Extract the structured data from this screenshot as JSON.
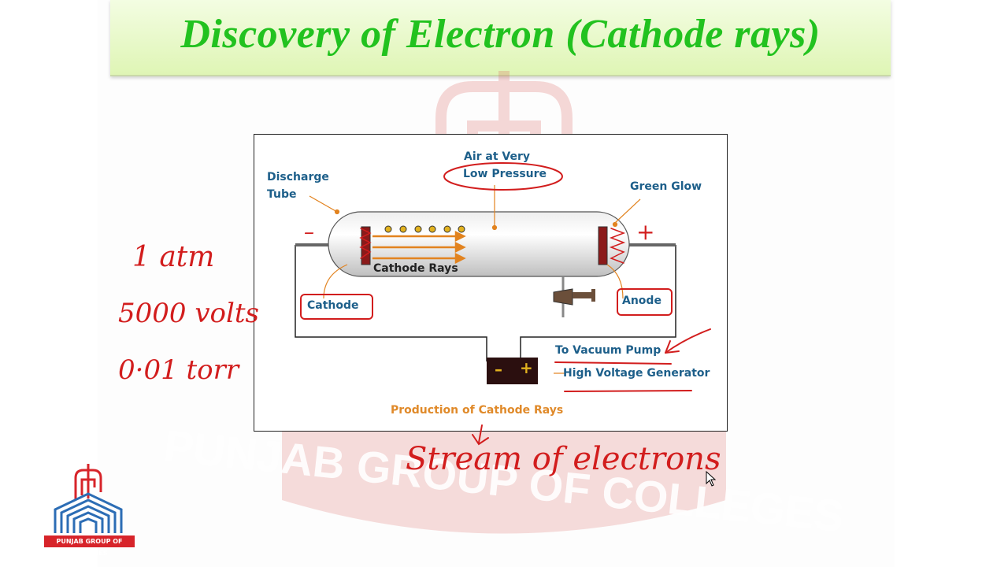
{
  "slide": {
    "title": "Discovery of Electron (Cathode rays)"
  },
  "diagram": {
    "labels": {
      "air_line1": "Air at Very",
      "air_line2": "Low Pressure",
      "discharge_line1": "Discharge",
      "discharge_line2": "Tube",
      "green_glow": "Green Glow",
      "cathode_rays": "Cathode Rays",
      "cathode": "Cathode",
      "anode": "Anode",
      "vacuum_pump": "To Vacuum Pump",
      "high_voltage": "High Voltage Generator",
      "caption": "Production of Cathode Rays",
      "minus_sign": "–",
      "plus_sign": "+"
    }
  },
  "annotations": {
    "pressure_atm": "1 atm",
    "voltage": "5000 volts",
    "pressure_torr": "0·01 torr",
    "stream": "Stream of electrons",
    "tube_minus": "–",
    "tube_plus": "+"
  },
  "watermark": {
    "text": "PUNJAB GROUP OF COLLEGES"
  },
  "logo": {
    "text": "PUNJAB GROUP OF COLLEGES"
  },
  "colors": {
    "title_green": "#22c21f",
    "annotation_red": "#d21d1d",
    "label_blue": "#1d5f8a",
    "caption_orange": "#e08a2a",
    "watermark_red": "#d9534f",
    "watermark_blue": "#4a7fb5"
  }
}
